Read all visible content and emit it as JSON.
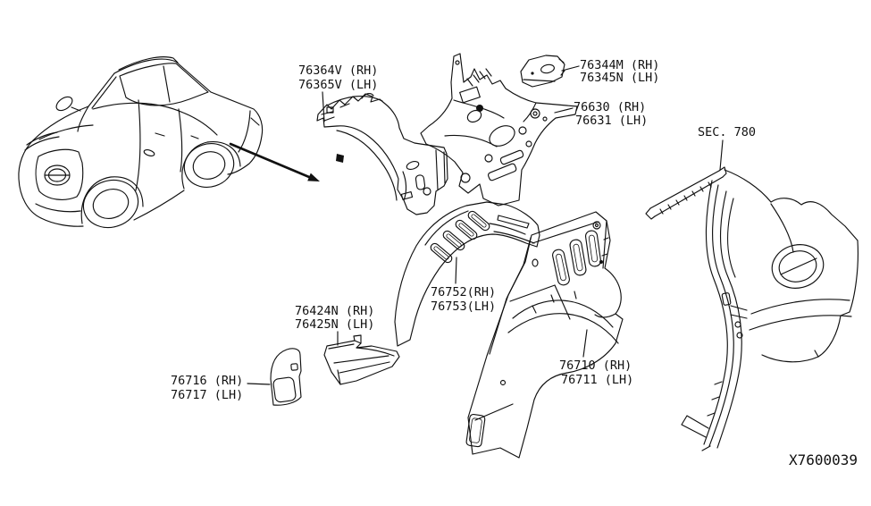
{
  "canvas": {
    "background_color": "#ffffff",
    "line_color": "#111111"
  },
  "diagram": {
    "drawing_number": "X7600039",
    "section_ref": "SEC. 780",
    "callouts": [
      {
        "id": "wheelhouse-assembly-rear-upper",
        "rh": "76364V (RH)",
        "lh": "76365V (LH)"
      },
      {
        "id": "back-pillar-upper-bracket",
        "rh": "76344M (RH)",
        "lh": "76345N (LH)"
      },
      {
        "id": "rear-pillar-inner-assembly",
        "rh": "76630 (RH)",
        "lh": "76631 (LH)"
      },
      {
        "id": "rear-wheelhouse-outer-cover",
        "rh": "76752(RH)",
        "lh": "76753(LH)"
      },
      {
        "id": "lock-pillar-reinforcement",
        "rh": "76424N (RH)",
        "lh": "76425N (LH)"
      },
      {
        "id": "quarter-lower-patch",
        "rh": "76716 (RH)",
        "lh": "76717 (LH)"
      },
      {
        "id": "rear-wheelhouse-inner",
        "rh": "76710 (RH)",
        "lh": "76711 (LH)"
      }
    ]
  }
}
